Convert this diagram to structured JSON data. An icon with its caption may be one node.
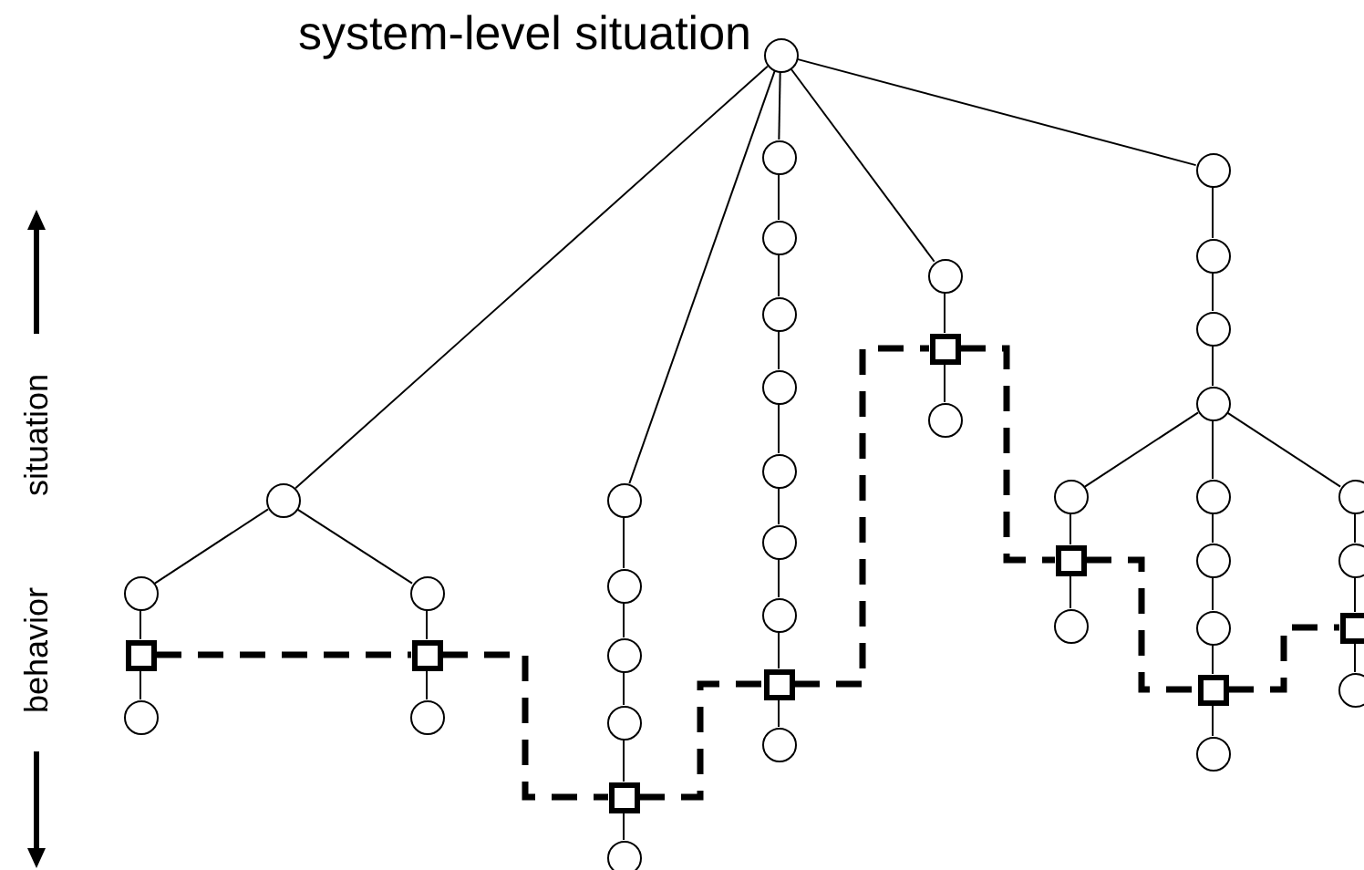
{
  "diagram": {
    "nodes": [
      {
        "text": [],
        "shape": "circle",
        "beside": [
          "system-level situation"
        ]
      },
      {
        "text": [],
        "shape": "circle"
      },
      {
        "text": [],
        "shape": "circle"
      },
      {
        "text": [],
        "shape": "box"
      },
      {
        "text": [],
        "shape": "circle"
      },
      {
        "text": [],
        "shape": "circle"
      },
      {
        "text": [],
        "shape": "box"
      },
      {
        "text": [],
        "shape": "circle"
      },
      {
        "text": [],
        "shape": "circle"
      },
      {
        "text": [],
        "shape": "circle"
      },
      {
        "text": [],
        "shape": "circle"
      },
      {
        "text": [],
        "shape": "circle"
      },
      {
        "text": [],
        "shape": "box"
      },
      {
        "text": [],
        "shape": "circle"
      },
      {
        "text": [],
        "shape": "circle"
      },
      {
        "text": [],
        "shape": "circle"
      },
      {
        "text": [],
        "shape": "circle"
      },
      {
        "text": [],
        "shape": "circle"
      },
      {
        "text": [],
        "shape": "circle"
      },
      {
        "text": [],
        "shape": "circle"
      },
      {
        "text": [],
        "shape": "circle"
      },
      {
        "text": [],
        "shape": "box"
      },
      {
        "text": [],
        "shape": "circle"
      },
      {
        "text": [],
        "shape": "circle"
      },
      {
        "text": [],
        "shape": "box"
      },
      {
        "text": [],
        "shape": "circle"
      },
      {
        "text": [],
        "shape": "circle"
      },
      {
        "text": [],
        "shape": "circle"
      },
      {
        "text": [],
        "shape": "circle"
      },
      {
        "text": [],
        "shape": "circle"
      },
      {
        "text": [],
        "shape": "circle"
      },
      {
        "text": [],
        "shape": "box"
      },
      {
        "text": [],
        "shape": "circle"
      },
      {
        "text": [],
        "shape": "circle"
      },
      {
        "text": [],
        "shape": "circle"
      },
      {
        "text": [],
        "shape": "circle"
      },
      {
        "text": [],
        "shape": "box"
      },
      {
        "text": [],
        "shape": "circle"
      },
      {
        "text": [],
        "shape": "circle"
      },
      {
        "text": [],
        "shape": "circle"
      },
      {
        "text": [],
        "shape": "box"
      },
      {
        "text": [],
        "shape": "circle"
      }
    ],
    "edges": [
      {
        "from": 0,
        "to": 1,
        "arrow": "none"
      },
      {
        "from": 1,
        "to": 2,
        "arrow": "none"
      },
      {
        "from": 2,
        "to": 3,
        "arrow": "none"
      },
      {
        "from": 3,
        "to": 4,
        "arrow": "none"
      },
      {
        "from": 1,
        "to": 5,
        "arrow": "none"
      },
      {
        "from": 5,
        "to": 6,
        "arrow": "none"
      },
      {
        "from": 6,
        "to": 7,
        "arrow": "none"
      },
      {
        "from": 0,
        "to": 8,
        "arrow": "none"
      },
      {
        "from": 8,
        "to": 9,
        "arrow": "none"
      },
      {
        "from": 9,
        "to": 10,
        "arrow": "none"
      },
      {
        "from": 10,
        "to": 11,
        "arrow": "none"
      },
      {
        "from": 11,
        "to": 12,
        "arrow": "none"
      },
      {
        "from": 12,
        "to": 13,
        "arrow": "none"
      },
      {
        "from": 0,
        "to": 14,
        "arrow": "none"
      },
      {
        "from": 14,
        "to": 15,
        "arrow": "none"
      },
      {
        "from": 15,
        "to": 16,
        "arrow": "none"
      },
      {
        "from": 16,
        "to": 17,
        "arrow": "none"
      },
      {
        "from": 17,
        "to": 18,
        "arrow": "none"
      },
      {
        "from": 18,
        "to": 19,
        "arrow": "none"
      },
      {
        "from": 19,
        "to": 20,
        "arrow": "none"
      },
      {
        "from": 20,
        "to": 21,
        "arrow": "none"
      },
      {
        "from": 21,
        "to": 22,
        "arrow": "none"
      },
      {
        "from": 0,
        "to": 23,
        "arrow": "none"
      },
      {
        "from": 23,
        "to": 24,
        "arrow": "none"
      },
      {
        "from": 24,
        "to": 25,
        "arrow": "none"
      },
      {
        "from": 0,
        "to": 26,
        "arrow": "none"
      },
      {
        "from": 26,
        "to": 27,
        "arrow": "none"
      },
      {
        "from": 27,
        "to": 28,
        "arrow": "none"
      },
      {
        "from": 28,
        "to": 29,
        "arrow": "none"
      },
      {
        "from": 29,
        "to": 30,
        "arrow": "none"
      },
      {
        "from": 30,
        "to": 31,
        "arrow": "none"
      },
      {
        "from": 31,
        "to": 32,
        "arrow": "none"
      },
      {
        "from": 29,
        "to": 33,
        "arrow": "none"
      },
      {
        "from": 33,
        "to": 34,
        "arrow": "none"
      },
      {
        "from": 34,
        "to": 35,
        "arrow": "none"
      },
      {
        "from": 35,
        "to": 36,
        "arrow": "none"
      },
      {
        "from": 36,
        "to": 37,
        "arrow": "none"
      },
      {
        "from": 29,
        "to": 38,
        "arrow": "none"
      },
      {
        "from": 38,
        "to": 39,
        "arrow": "none"
      },
      {
        "from": 39,
        "to": 40,
        "arrow": "none"
      },
      {
        "from": 40,
        "to": 41,
        "arrow": "none"
      },
      {
        "from": 3,
        "to": 6,
        "arrow": "none",
        "style": "dashed"
      },
      {
        "from": 6,
        "to": 12,
        "arrow": "none",
        "style": "dashed"
      },
      {
        "from": 12,
        "to": 21,
        "arrow": "none",
        "style": "dashed"
      },
      {
        "from": 21,
        "to": 24,
        "arrow": "none",
        "style": "dashed"
      },
      {
        "from": 24,
        "to": 31,
        "arrow": "none",
        "style": "dashed"
      },
      {
        "from": 31,
        "to": 36,
        "arrow": "none",
        "style": "dashed"
      },
      {
        "from": 36,
        "to": 40,
        "arrow": "none",
        "style": "dashed"
      }
    ],
    "labels": [
      "situation",
      "behavior"
    ]
  }
}
